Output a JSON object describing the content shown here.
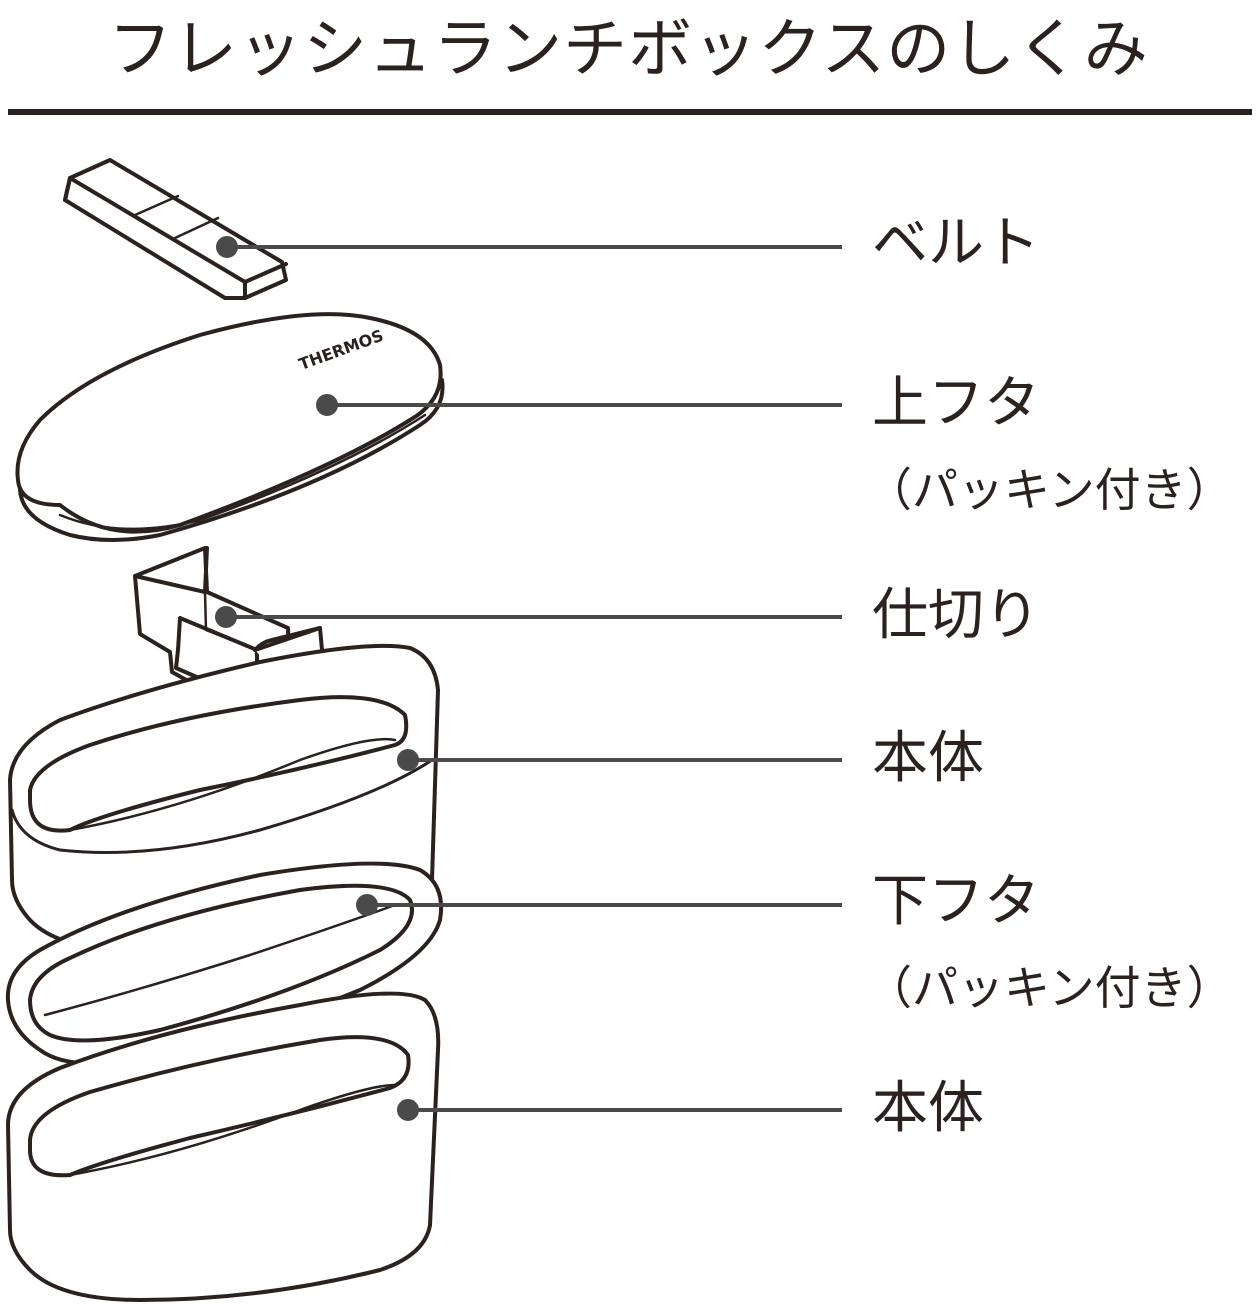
{
  "title": "フレッシュランチボックスのしくみ",
  "brand_mark": "THERMOS",
  "parts": [
    {
      "label": "ベルト",
      "note": ""
    },
    {
      "label": "上フタ",
      "note": "（パッキン付き）"
    },
    {
      "label": "仕切り",
      "note": ""
    },
    {
      "label": "本体",
      "note": ""
    },
    {
      "label": "下フタ",
      "note": "（パッキン付き）"
    },
    {
      "label": "本体",
      "note": ""
    }
  ],
  "colors": {
    "ink": "#2b2220",
    "leader": "#4a4a4a",
    "fill": "#ffffff"
  }
}
